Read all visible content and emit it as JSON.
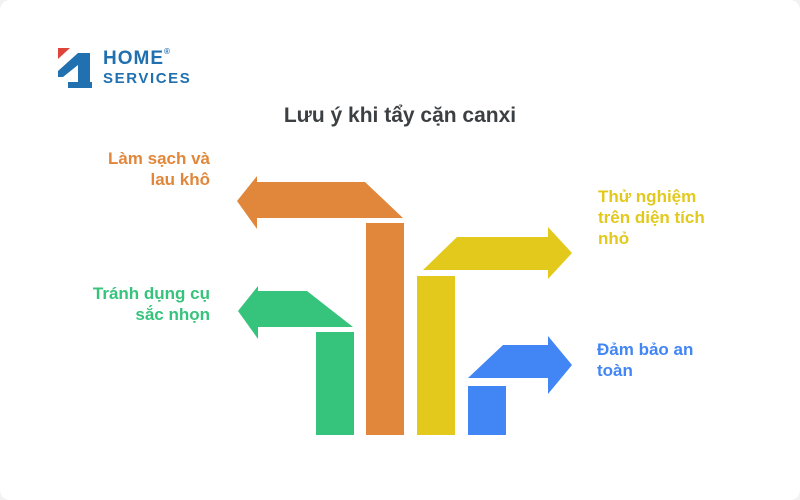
{
  "logo": {
    "line1": "HOME",
    "reg_mark": "®",
    "line2": "SERVICES",
    "brand_blue": "#2170AF",
    "brand_red": "#DE4437"
  },
  "title": "Lưu ý khi tẩy cặn canxi",
  "title_color": "#3C4043",
  "items": [
    {
      "id": "lam-sach-va-lau-kho",
      "label": "Làm sạch và lau khô",
      "label_lines": [
        "Làm sạch và",
        "lau khô"
      ],
      "color": "#E1873B",
      "direction": "left"
    },
    {
      "id": "thu-nghiem-tren-dien-tich-nho",
      "label": "Thử nghiệm trên diện tích nhỏ",
      "label_lines": [
        "Thử nghiệm",
        "trên diện tích",
        "nhỏ"
      ],
      "color": "#E2C91C",
      "direction": "right"
    },
    {
      "id": "tranh-dung-cu-sac-nhon",
      "label": "Tránh dụng cụ sắc nhọn",
      "label_lines": [
        "Tránh dụng cụ",
        "sắc nhọn"
      ],
      "color": "#36C37C",
      "direction": "left"
    },
    {
      "id": "dam-bao-an-toan",
      "label": "Đảm bảo an toàn",
      "label_lines": [
        "Đảm bảo an",
        "toàn"
      ],
      "color": "#4285F4",
      "direction": "right"
    }
  ]
}
